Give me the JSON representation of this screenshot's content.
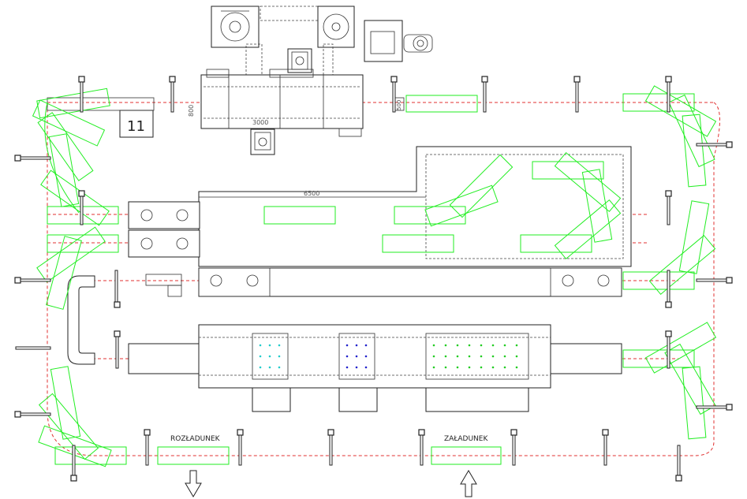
{
  "drawing": {
    "station_number": "11",
    "dimensions": {
      "oven_length": "3000",
      "oven_height": "800",
      "small_height": "500",
      "conveyor_length": "6500"
    },
    "labels": {
      "unloading": "ROZŁADUNEK",
      "loading": "ZAŁADUNEK"
    },
    "colors": {
      "workpiece": "#22ee22",
      "track_line": "#e03030",
      "frame": "#222222",
      "blue_nozzle": "#2222cc",
      "cyan_nozzle": "#22cccc",
      "green_nozzle": "#22cc22"
    },
    "icons": {
      "unloading_arrow": "arrow-down-icon",
      "loading_arrow": "arrow-up-icon",
      "fan": "fan-icon",
      "operator": "operator-icon"
    }
  }
}
